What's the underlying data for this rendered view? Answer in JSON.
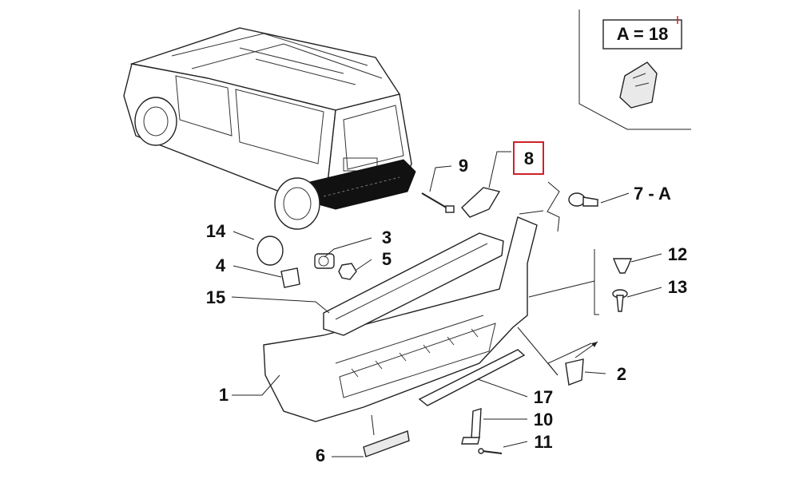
{
  "callouts": {
    "c1": "1",
    "c2": "2",
    "c3": "3",
    "c4": "4",
    "c5": "5",
    "c6": "6",
    "c7": "7 - A",
    "c8": "8",
    "c9": "9",
    "c10": "10",
    "c11": "11",
    "c12": "12",
    "c13": "13",
    "c14": "14",
    "c15": "15",
    "c17": "17"
  },
  "legend": {
    "text": "A = 18"
  },
  "colors": {
    "highlight": "#d0202a",
    "line": "#222222",
    "background": "#ffffff"
  }
}
